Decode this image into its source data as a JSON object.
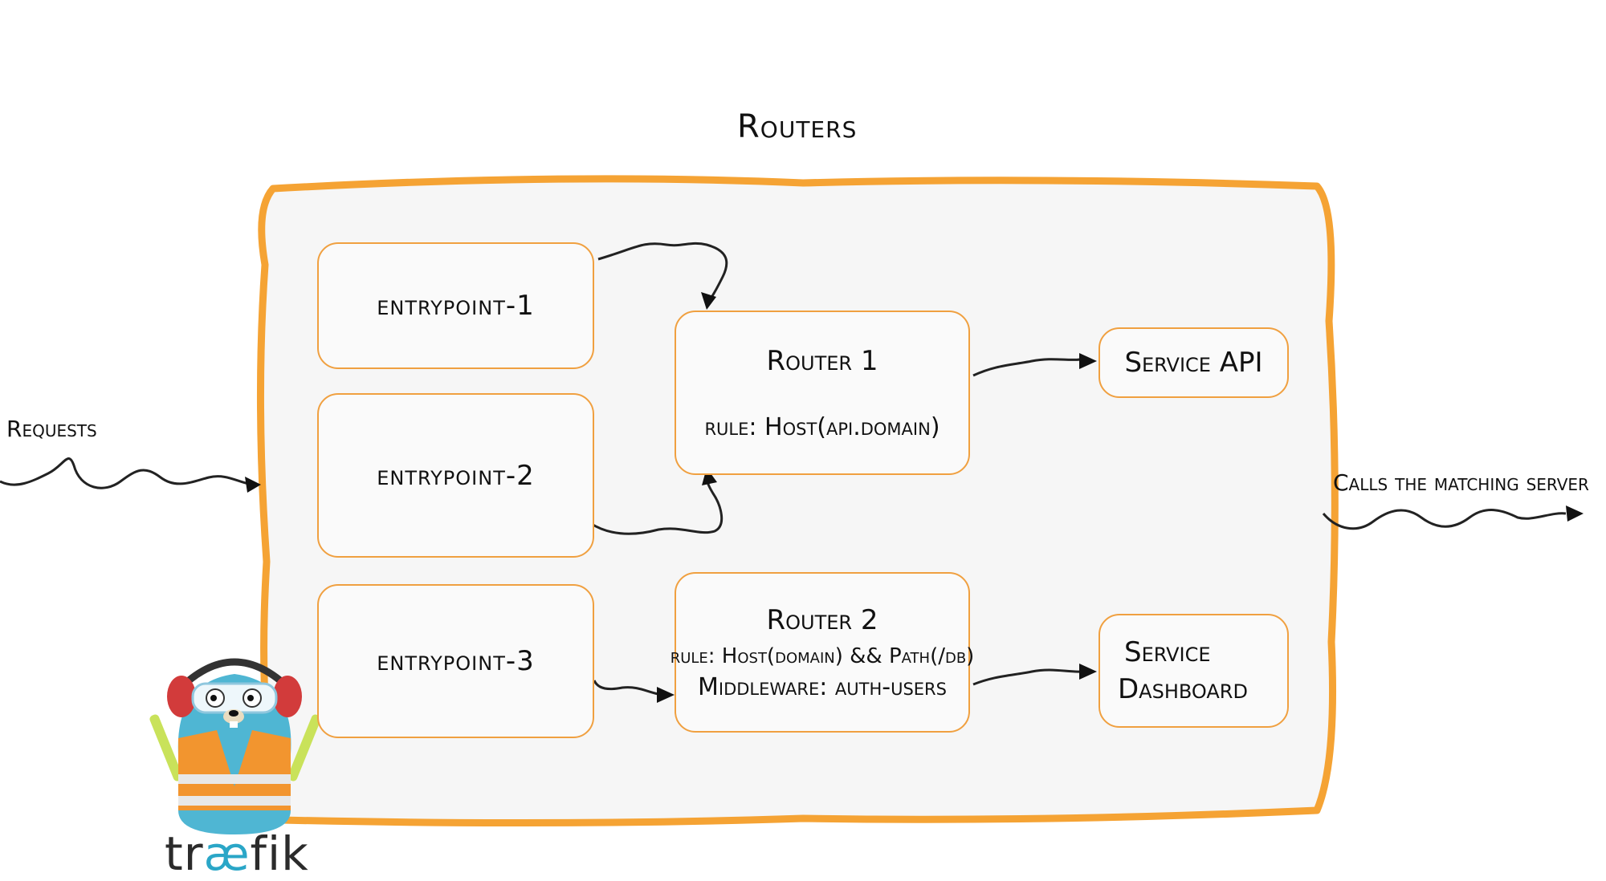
{
  "title": "Routers",
  "left_label": "Requests",
  "right_label": "Calls the matching server",
  "entrypoints": [
    {
      "label": "entrypoint-1"
    },
    {
      "label": "entrypoint-2"
    },
    {
      "label": "entrypoint-3"
    }
  ],
  "routers": [
    {
      "title": "Router 1",
      "rule": "rule: Host(api.domain)"
    },
    {
      "title": "Router 2",
      "rule": "rule: Host(domain) && Path(/db)",
      "middleware": "Middleware: auth-users"
    }
  ],
  "services": [
    {
      "label": "Service API"
    },
    {
      "label_line1": "Service",
      "label_line2": "Dashboard"
    }
  ],
  "logo": {
    "text_before": "tr",
    "text_accent": "æ",
    "text_after": "fik"
  },
  "colors": {
    "accent_orange": "#f5a334",
    "container_fill": "#f6f6f6",
    "logo_blue": "#2aa6c7"
  }
}
